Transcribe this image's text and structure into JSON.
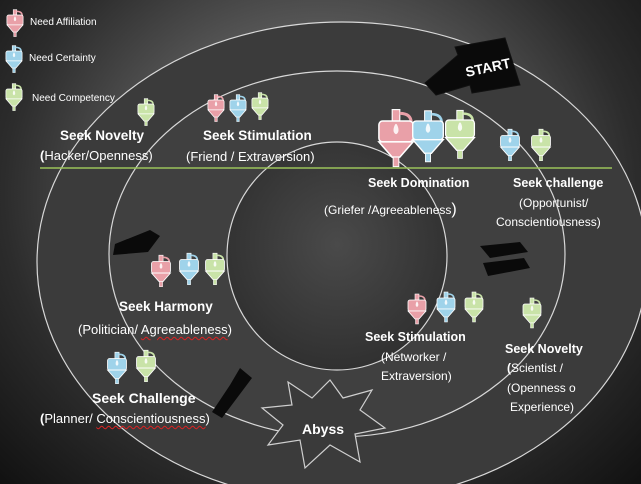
{
  "legend": {
    "affiliation": "Need Affiliation",
    "certainty": "Need Certainty",
    "competency": "Need Competency"
  },
  "colors": {
    "affiliation": "#e9a0a8",
    "certainty": "#9fd3ea",
    "competency": "#c9e3a8",
    "divider": "#9bc35a"
  },
  "start": "START",
  "abyss": "Abyss",
  "labels": {
    "novelty_top": {
      "title": "Seek Novelty",
      "paren_open": "(",
      "sub": "Hacker/Openness)"
    },
    "stim_top": {
      "title": "Seek Stimulation",
      "sub": "(Friend / Extraversion)"
    },
    "domination": {
      "title": "Seek Domination",
      "sub": "(Griefer /Agreeableness",
      "paren_close": ")"
    },
    "challenge_right": {
      "title": "Seek challenge",
      "sub1": "(Opportunist/",
      "sub2": "Conscientiousness)"
    },
    "harmony": {
      "title": "Seek Harmony",
      "sub_a": "(Politician/ ",
      "sub_b": "Agreeableness",
      "sub_c": ")"
    },
    "stim_bottom": {
      "title": "Seek Stimulation",
      "sub1": "(Networker  /",
      "sub2": "Extraversion)"
    },
    "novelty_bottom": {
      "title": "Seek Novelty",
      "paren_open": "(",
      "sub1": "Scientist /",
      "sub2": "(Openness o",
      "sub3": "Experience)"
    },
    "challenge_left": {
      "title": "Seek Challenge",
      "paren_open": "(",
      "sub_a": "Planner/ ",
      "sub_b": "Conscientiousness",
      "sub_c": ")"
    }
  }
}
